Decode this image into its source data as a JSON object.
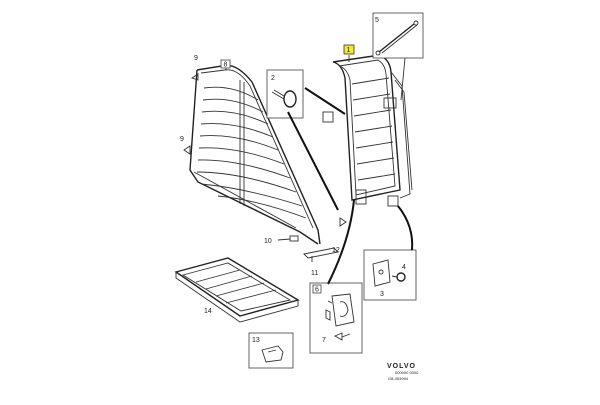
{
  "labels": {
    "p1": "1",
    "p2": "2",
    "p3": "3",
    "p4": "4",
    "p5": "5",
    "p6": "6",
    "p7": "7",
    "p8": "8",
    "p9a": "9",
    "p9b": "9",
    "p10": "10",
    "p11": "11",
    "p12": "12",
    "p13": "13",
    "p14": "14"
  },
  "brand": {
    "name": "VOLVO",
    "sub": "000000 0000",
    "code": "G8-453994"
  },
  "colors": {
    "highlight": "#f5ea2a",
    "line": "#222222"
  }
}
